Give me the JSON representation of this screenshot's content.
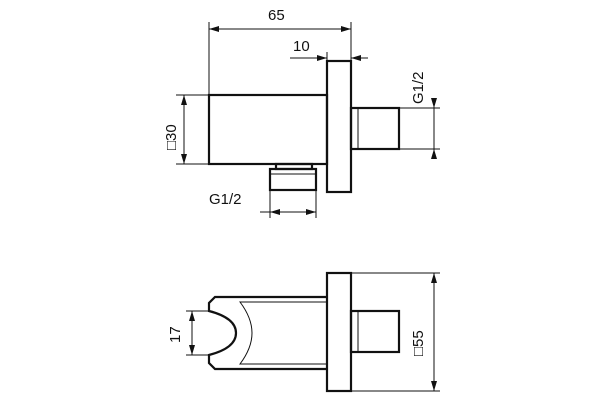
{
  "dimensions": {
    "width_total": "65",
    "flange_thickness": "10",
    "outlet_thread_right": "G1/2",
    "body_square": "□30",
    "outlet_thread_bottom": "G1/2",
    "holder_opening": "17",
    "flange_square": "□55"
  }
}
